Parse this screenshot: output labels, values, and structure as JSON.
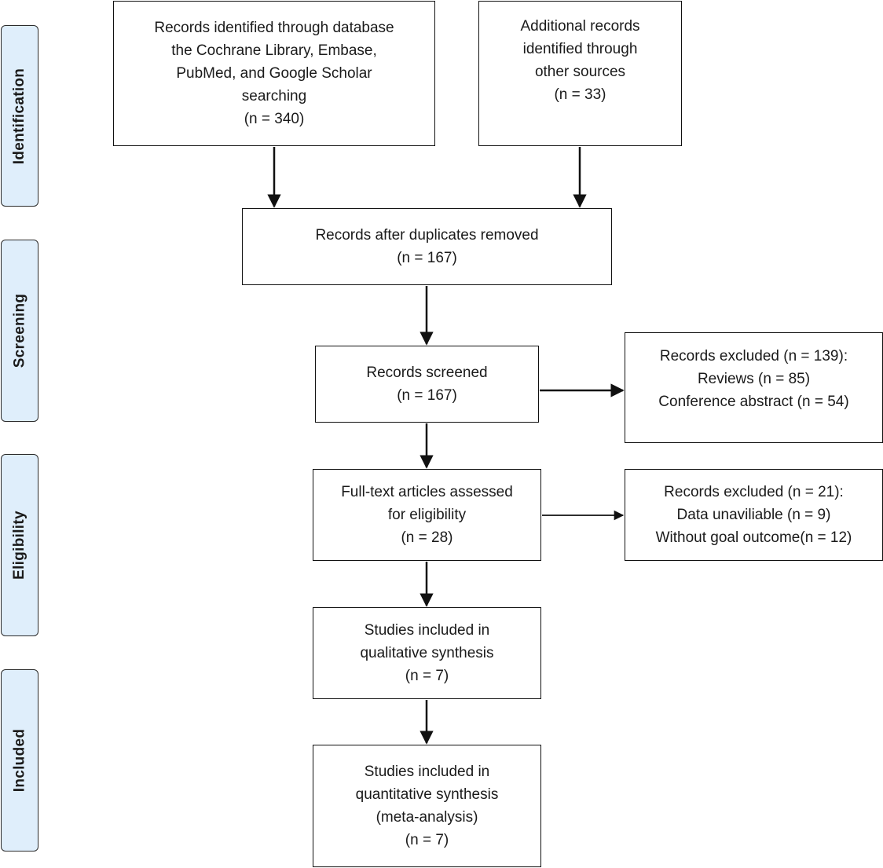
{
  "stages": {
    "identification": "Identification",
    "screening": "Screening",
    "eligibility": "Eligibility",
    "included": "Included"
  },
  "boxes": {
    "database": {
      "lines": [
        "Records identified through database",
        "the Cochrane Library, Embase,",
        "PubMed, and Google Scholar",
        "searching",
        "(n = 340)"
      ]
    },
    "other_sources": {
      "lines": [
        "Additional records",
        "identified through",
        "other sources",
        "(n = 33)"
      ]
    },
    "duplicates_removed": {
      "lines": [
        "Records after duplicates removed",
        "(n = 167)"
      ]
    },
    "screened": {
      "lines": [
        "Records screened",
        "(n = 167)"
      ]
    },
    "excluded_screening": {
      "lines": [
        "Records excluded (n = 139):",
        "Reviews (n = 85)",
        "Conference abstract (n = 54)"
      ]
    },
    "full_text": {
      "lines": [
        "Full-text articles assessed",
        "for eligibility",
        "(n = 28)"
      ]
    },
    "excluded_eligibility": {
      "lines": [
        "Records excluded (n = 21):",
        "Data unaviliable (n = 9)",
        "Without goal outcome(n = 12)"
      ]
    },
    "qualitative": {
      "lines": [
        "Studies included in",
        "qualitative synthesis",
        "(n = 7)"
      ]
    },
    "quantitative": {
      "lines": [
        "Studies included in",
        "quantitative synthesis",
        "(meta-analysis)",
        "(n = 7)"
      ]
    }
  }
}
